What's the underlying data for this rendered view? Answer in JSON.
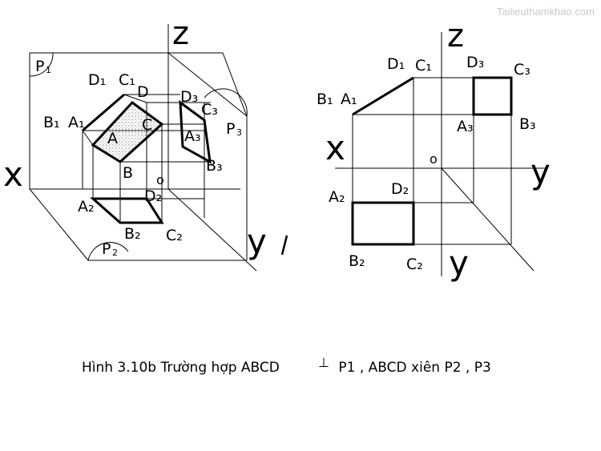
{
  "watermark": "Tailieuthamkhao.com",
  "caption": {
    "prefix": "Hình 3.10b  Trường hợp ABCD",
    "perp_symbol": "⊥",
    "suffix": " P1 , ABCD xiên P2 , P3"
  },
  "left_figure": {
    "axes": {
      "z": "z",
      "x": "x",
      "y": "y",
      "o": "o"
    },
    "planes": {
      "p1": {
        "base": "P",
        "sub": "1"
      },
      "p2": {
        "base": "P",
        "sub": "2"
      },
      "p3": {
        "base": "P",
        "sub": "3"
      }
    },
    "points": {
      "b1": "B₁",
      "a1": "A₁",
      "d1": "D₁",
      "c1": "C₁",
      "d": "D",
      "c": "C",
      "a": "A",
      "b": "B",
      "d3": "D₃",
      "c3": "C₃",
      "a3": "A₃",
      "b3": "B₃",
      "a2": "A₂",
      "d2": "D₂",
      "b2": "B₂",
      "c2": "C₂"
    }
  },
  "right_figure": {
    "axes": {
      "z": "z",
      "x": "x",
      "y_right": "y",
      "y_down": "y",
      "o": "o"
    },
    "points": {
      "b1": "B₁",
      "a1": "A₁",
      "d1": "D₁",
      "c1": "C₁",
      "d3": "D₃",
      "c3": "C₃",
      "a3": "A₃",
      "b3": "B₃",
      "a2": "A₂",
      "d2": "D₂",
      "b2": "B₂",
      "c2": "C₂"
    }
  },
  "colors": {
    "line": "#000000",
    "watermark": "#c8c8c8",
    "background": "#ffffff"
  }
}
